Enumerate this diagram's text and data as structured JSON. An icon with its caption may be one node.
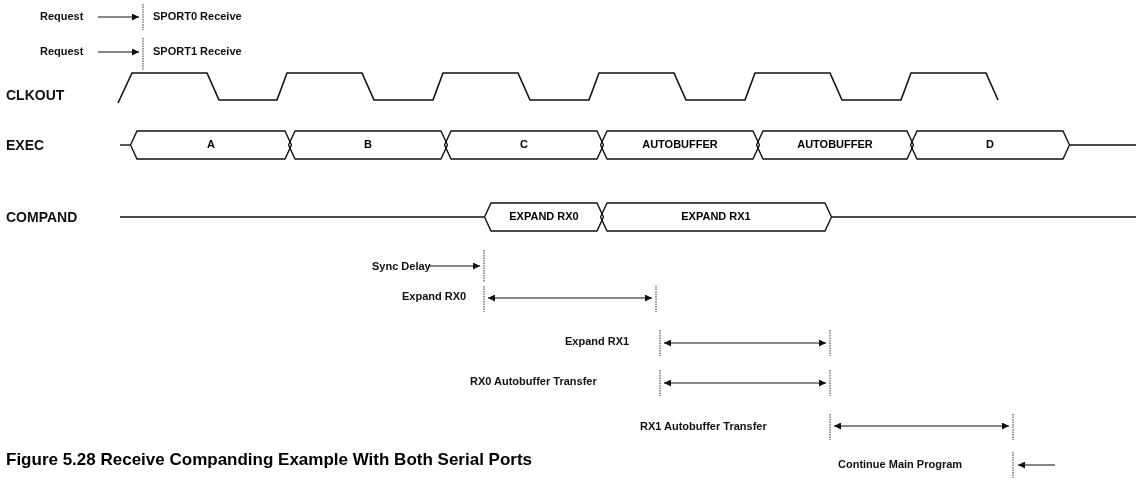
{
  "diagram": {
    "caption": "Figure 5.28 Receive Companding Example With Both Serial Ports",
    "nodes": [
      {
        "text": [
          "A"
        ]
      },
      {
        "text": [
          "B"
        ]
      },
      {
        "text": [
          "C"
        ]
      },
      {
        "text": [
          "AUTOBUFFER"
        ]
      },
      {
        "text": [
          "AUTOBUFFER"
        ]
      },
      {
        "text": [
          "D"
        ]
      },
      {
        "text": [
          "EXPAND RX0"
        ]
      },
      {
        "text": [
          "EXPAND RX1"
        ]
      }
    ],
    "labels": [
      "Request",
      "SPORT0 Receive",
      "Request",
      "SPORT1 Receive",
      "CLKOUT",
      "EXEC",
      "COMPAND",
      "Sync Delay",
      "Expand RX0",
      "Expand RX1",
      "RX0 Autobuffer Transfer",
      "RX1 Autobuffer Transfer",
      "Continue Main Program"
    ]
  }
}
